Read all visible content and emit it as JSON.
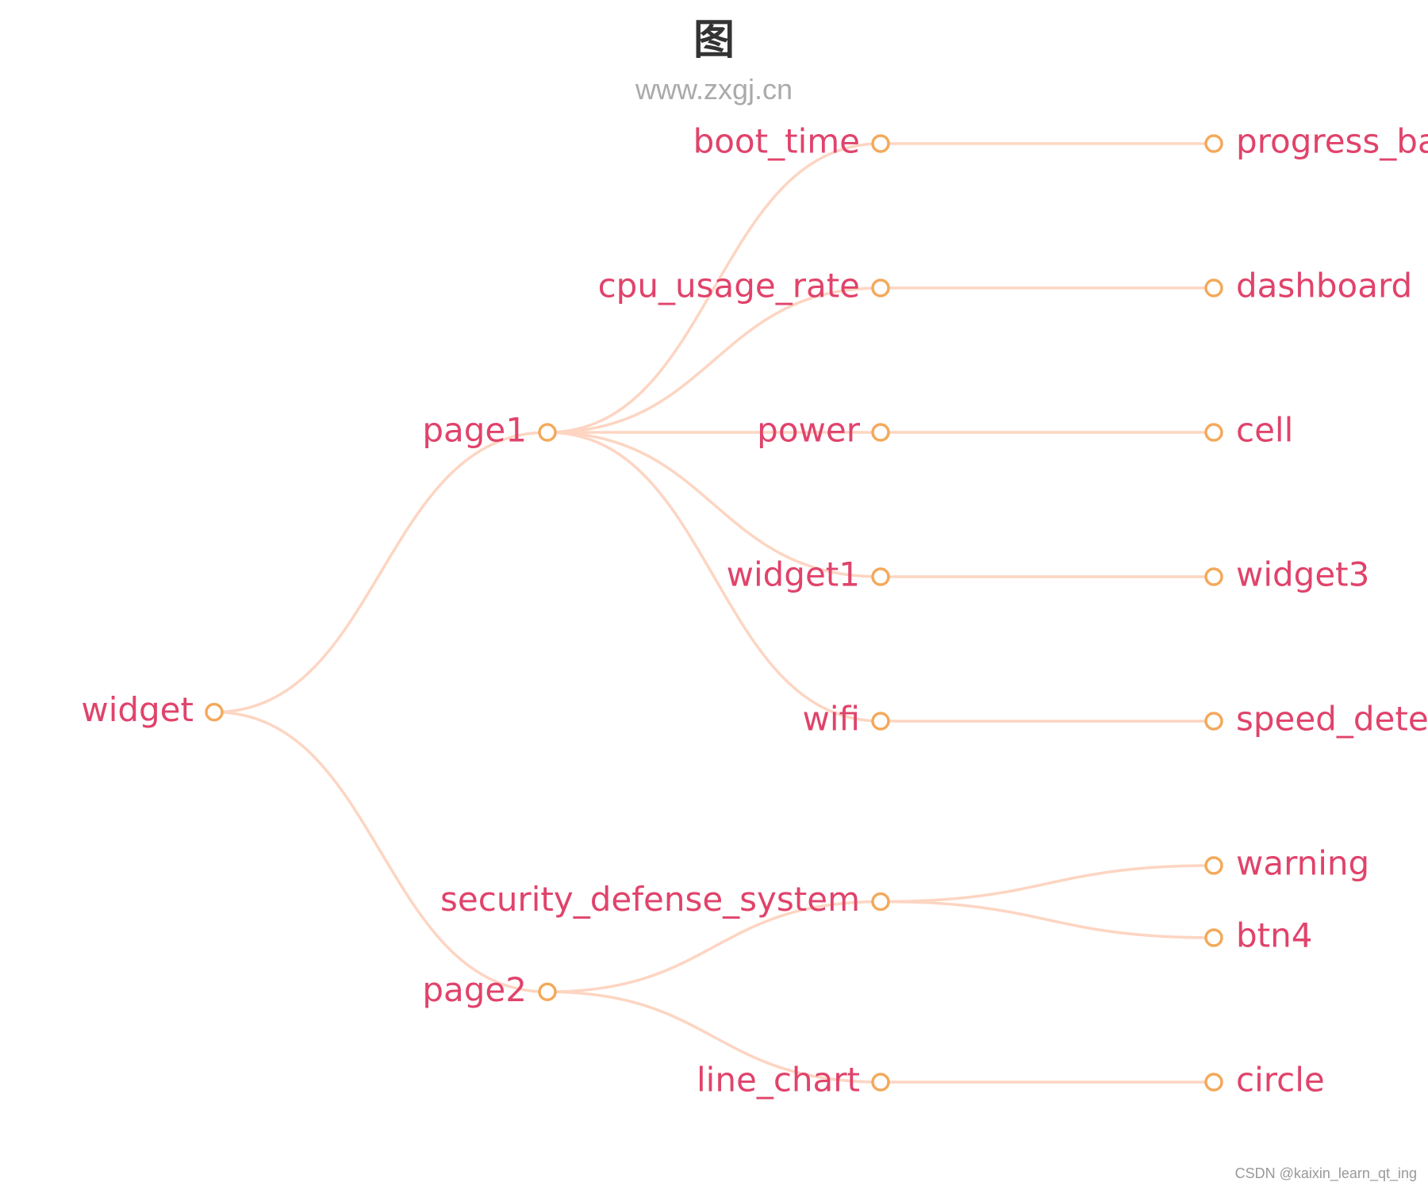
{
  "title": "图",
  "subtitle": "www.zxgj.cn",
  "watermark": "CSDN @kaixin_learn_qt_ing",
  "colors": {
    "label": "#e0436b",
    "node_stroke": "#f3a95b",
    "edge": "#fdd5c2",
    "title": "#333333",
    "subtitle": "#aaaaaa"
  },
  "tree": {
    "name": "widget",
    "children": [
      {
        "name": "page1",
        "children": [
          {
            "name": "boot_time",
            "children": [
              {
                "name": "progress_bar"
              }
            ]
          },
          {
            "name": "cpu_usage_rate",
            "children": [
              {
                "name": "dashboard"
              }
            ]
          },
          {
            "name": "power",
            "children": [
              {
                "name": "cell"
              }
            ]
          },
          {
            "name": "widget1",
            "children": [
              {
                "name": "widget3"
              }
            ]
          },
          {
            "name": "wifi",
            "children": [
              {
                "name": "speed_detection"
              }
            ]
          }
        ]
      },
      {
        "name": "page2",
        "children": [
          {
            "name": "security_defense_system",
            "children": [
              {
                "name": "warning"
              },
              {
                "name": "btn4"
              }
            ]
          },
          {
            "name": "line_chart",
            "children": [
              {
                "name": "circle"
              }
            ]
          }
        ]
      }
    ]
  }
}
